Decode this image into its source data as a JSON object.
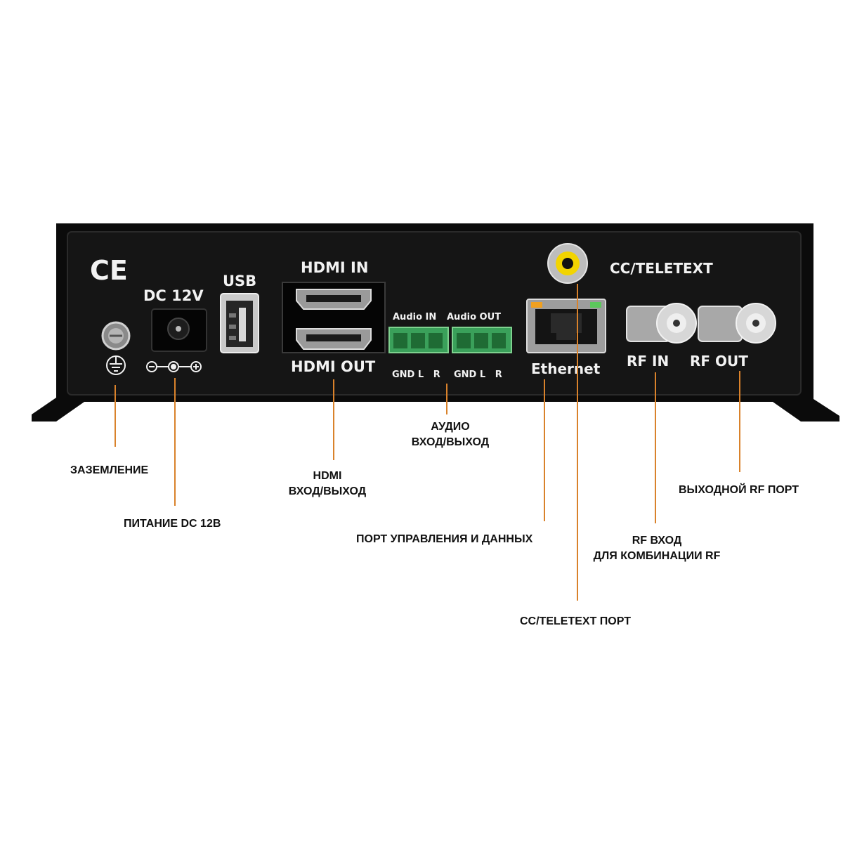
{
  "device": {
    "ce_mark": "CE",
    "dc_label": "DC 12V",
    "usb_label": "USB",
    "hdmi_in_label": "HDMI IN",
    "hdmi_out_label": "HDMI OUT",
    "audio_in_label": "Audio IN",
    "audio_out_label": "Audio OUT",
    "audio_in_pins": "GND L   R",
    "audio_out_pins": "GND L   R",
    "ethernet_label": "Ethernet",
    "cc_teletext_label": "CC/TELETEXT",
    "rf_in_label": "RF IN",
    "rf_out_label": "RF OUT"
  },
  "callouts": {
    "ground": "ЗАЗЕМЛЕНИЕ",
    "power": "ПИТАНИЕ DC 12В",
    "hdmi_line1": "HDMI",
    "hdmi_line2": "ВХОД/ВЫХОД",
    "audio_line1": "АУДИО",
    "audio_line2": "ВХОД/ВЫХОД",
    "control_port": "ПОРТ УПРАВЛЕНИЯ И ДАННЫХ",
    "cc_port": "CC/TELETEXT ПОРТ",
    "rf_in_line1": "RF ВХОД",
    "rf_in_line2": "ДЛЯ КОМБИНАЦИИ RF",
    "rf_out": "ВЫХОДНОЙ RF ПОРТ"
  },
  "colors": {
    "panel": "#111111",
    "chassis": "#0a0a0a",
    "leader_line": "#d9822b",
    "terminal_green": "#3aa05a",
    "panel_text": "#f2f2f2",
    "rca_ring": "#f2d400"
  }
}
